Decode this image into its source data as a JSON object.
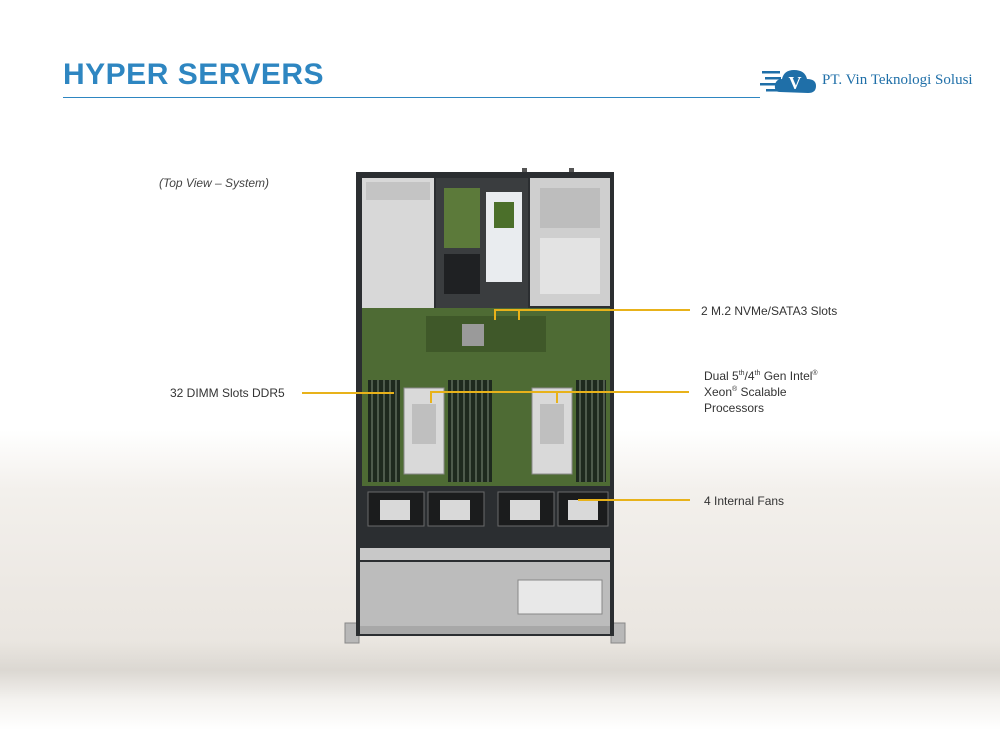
{
  "header": {
    "title": "HYPER SERVERS",
    "company": "PT. Vin Teknologi Solusi",
    "logo_letter": "V"
  },
  "figure": {
    "caption": "(Top View – System)"
  },
  "callouts": {
    "m2_slots": "2 M.2 NVMe/SATA3 Slots",
    "dimm_slots": "32 DIMM Slots DDR5",
    "processors": {
      "line1_prefix": "Dual 5",
      "line1_sup1": "th",
      "line1_mid": "/4",
      "line1_sup2": "th",
      "line1_suffix": " Gen Intel",
      "line1_reg": "®",
      "line2_prefix": "Xeon",
      "line2_reg": "®",
      "line2_suffix": " Scalable",
      "line3": "Processors"
    },
    "fans": "4 Internal  Fans"
  },
  "colors": {
    "title": "#2e86c1",
    "leader": "#e8b21a",
    "logo": "#1f6fa8"
  }
}
